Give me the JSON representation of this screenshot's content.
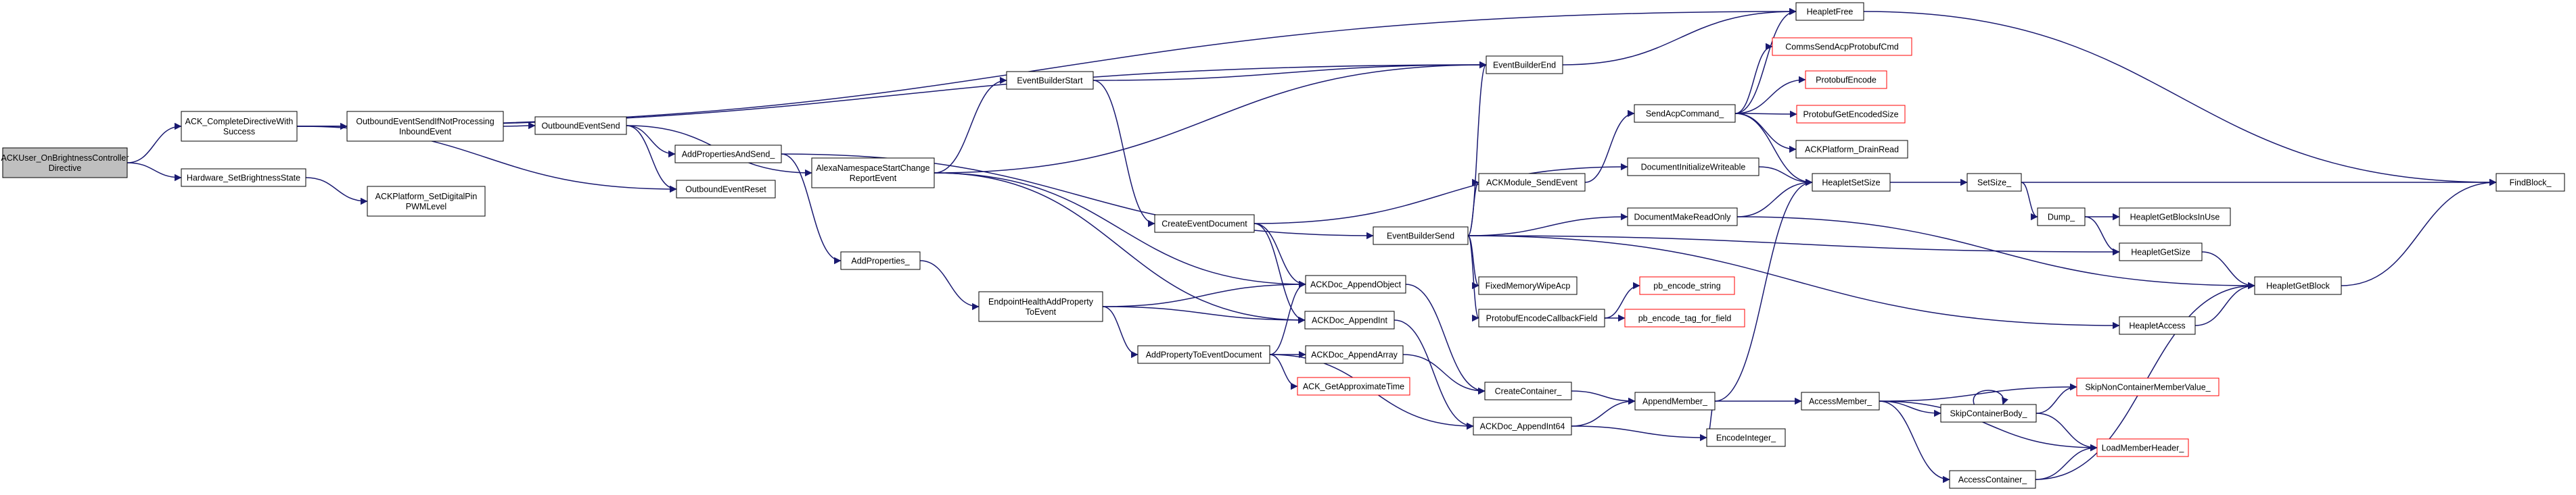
{
  "title": "",
  "colors": {
    "edge": "#191970",
    "node_border": "#000000",
    "truncated_border": "#ff0000",
    "root_fill": "#bfbfbf",
    "background": "#ffffff"
  },
  "nodes": [
    {
      "id": "root",
      "lines": [
        "ACKUser_OnBrightnessController",
        "Directive"
      ],
      "root": true
    },
    {
      "id": "complete",
      "lines": [
        "ACK_CompleteDirectiveWith",
        "Success"
      ]
    },
    {
      "id": "hwset",
      "lines": [
        "Hardware_SetBrightnessState"
      ]
    },
    {
      "id": "platpin",
      "lines": [
        "ACKPlatform_SetDigitalPin",
        "PWMLevel"
      ]
    },
    {
      "id": "outifnot",
      "lines": [
        "OutboundEventSendIfNotProcessing",
        "InboundEvent"
      ]
    },
    {
      "id": "outsend",
      "lines": [
        "OutboundEventSend"
      ]
    },
    {
      "id": "outreset",
      "lines": [
        "OutboundEventReset"
      ]
    },
    {
      "id": "addpropsend",
      "lines": [
        "AddPropertiesAndSend_"
      ]
    },
    {
      "id": "addprops",
      "lines": [
        "AddProperties_"
      ]
    },
    {
      "id": "endpoint",
      "lines": [
        "EndpointHealthAddProperty",
        "ToEvent"
      ]
    },
    {
      "id": "addproptoevt",
      "lines": [
        "AddPropertyToEventDocument"
      ]
    },
    {
      "id": "alexa",
      "lines": [
        "AlexaNamespaceStartChange",
        "ReportEvent"
      ]
    },
    {
      "id": "ebstart",
      "lines": [
        "EventBuilderStart"
      ]
    },
    {
      "id": "createevt",
      "lines": [
        "CreateEventDocument"
      ]
    },
    {
      "id": "ebend",
      "lines": [
        "EventBuilderEnd"
      ]
    },
    {
      "id": "ebsend",
      "lines": [
        "EventBuilderSend"
      ]
    },
    {
      "id": "ackmodule",
      "lines": [
        "ACKModule_SendEvent"
      ]
    },
    {
      "id": "fixedmem",
      "lines": [
        "FixedMemoryWipeAcp"
      ]
    },
    {
      "id": "protocb",
      "lines": [
        "ProtobufEncodeCallbackField"
      ]
    },
    {
      "id": "appendobj",
      "lines": [
        "ACKDoc_AppendObject"
      ]
    },
    {
      "id": "appendint",
      "lines": [
        "ACKDoc_AppendInt"
      ]
    },
    {
      "id": "appendarr",
      "lines": [
        "ACKDoc_AppendArray"
      ]
    },
    {
      "id": "approxtime",
      "lines": [
        "ACK_GetApproximateTime"
      ],
      "truncated": true
    },
    {
      "id": "appendint64",
      "lines": [
        "ACKDoc_AppendInt64"
      ]
    },
    {
      "id": "createcont",
      "lines": [
        "CreateContainer_"
      ]
    },
    {
      "id": "appendmember",
      "lines": [
        "AppendMember_"
      ]
    },
    {
      "id": "encodeint",
      "lines": [
        "EncodeInteger_"
      ]
    },
    {
      "id": "accessmember",
      "lines": [
        "AccessMember_"
      ]
    },
    {
      "id": "skipbody",
      "lines": [
        "SkipContainerBody_"
      ]
    },
    {
      "id": "skipnon",
      "lines": [
        "SkipNonContainerMemberValue_"
      ],
      "truncated": true
    },
    {
      "id": "loadheader",
      "lines": [
        "LoadMemberHeader_"
      ],
      "truncated": true
    },
    {
      "id": "accesscont",
      "lines": [
        "AccessContainer_"
      ]
    },
    {
      "id": "docinit",
      "lines": [
        "DocumentInitializeWriteable"
      ]
    },
    {
      "id": "docro",
      "lines": [
        "DocumentMakeReadOnly"
      ]
    },
    {
      "id": "pbstring",
      "lines": [
        "pb_encode_string"
      ],
      "truncated": true
    },
    {
      "id": "pbtag",
      "lines": [
        "pb_encode_tag_for_field"
      ],
      "truncated": true
    },
    {
      "id": "sendacp",
      "lines": [
        "SendAcpCommand_"
      ]
    },
    {
      "id": "heapfree",
      "lines": [
        "HeapletFree"
      ]
    },
    {
      "id": "comms",
      "lines": [
        "CommsSendAcpProtobufCmd"
      ],
      "truncated": true
    },
    {
      "id": "pbencode",
      "lines": [
        "ProtobufEncode"
      ],
      "truncated": true
    },
    {
      "id": "pbgetsize",
      "lines": [
        "ProtobufGetEncodedSize"
      ],
      "truncated": true
    },
    {
      "id": "drainread",
      "lines": [
        "ACKPlatform_DrainRead"
      ]
    },
    {
      "id": "heapsetsize",
      "lines": [
        "HeapletSetSize"
      ]
    },
    {
      "id": "setsize",
      "lines": [
        "SetSize_"
      ]
    },
    {
      "id": "dump",
      "lines": [
        "Dump_"
      ]
    },
    {
      "id": "blocksinuse",
      "lines": [
        "HeapletGetBlocksInUse"
      ]
    },
    {
      "id": "heapgetsize",
      "lines": [
        "HeapletGetSize"
      ]
    },
    {
      "id": "heapgetblock",
      "lines": [
        "HeapletGetBlock"
      ]
    },
    {
      "id": "heapaccess",
      "lines": [
        "HeapletAccess"
      ]
    },
    {
      "id": "findblock",
      "lines": [
        "FindBlock_"
      ]
    }
  ],
  "edges": [
    [
      "root",
      "complete"
    ],
    [
      "root",
      "hwset"
    ],
    [
      "complete",
      "ebend"
    ],
    [
      "complete",
      "heapfree"
    ],
    [
      "complete",
      "outifnot"
    ],
    [
      "complete",
      "outreset"
    ],
    [
      "hwset",
      "platpin"
    ],
    [
      "outifnot",
      "outsend"
    ],
    [
      "outsend",
      "alexa"
    ],
    [
      "outsend",
      "addpropsend"
    ],
    [
      "outsend",
      "outreset"
    ],
    [
      "addpropsend",
      "addprops"
    ],
    [
      "addpropsend",
      "ebsend"
    ],
    [
      "addprops",
      "endpoint"
    ],
    [
      "endpoint",
      "appendobj"
    ],
    [
      "endpoint",
      "appendint"
    ],
    [
      "endpoint",
      "addproptoevt"
    ],
    [
      "addproptoevt",
      "appendobj"
    ],
    [
      "addproptoevt",
      "appendarr"
    ],
    [
      "addproptoevt",
      "approxtime"
    ],
    [
      "addproptoevt",
      "appendint64"
    ],
    [
      "alexa",
      "ebstart"
    ],
    [
      "alexa",
      "ebend"
    ],
    [
      "alexa",
      "appendobj"
    ],
    [
      "alexa",
      "appendint"
    ],
    [
      "ebstart",
      "createevt"
    ],
    [
      "ebstart",
      "ebend"
    ],
    [
      "createevt",
      "docinit"
    ],
    [
      "createevt",
      "appendobj"
    ],
    [
      "createevt",
      "appendint"
    ],
    [
      "ebend",
      "heapfree"
    ],
    [
      "ebsend",
      "ebend"
    ],
    [
      "ebsend",
      "ackmodule"
    ],
    [
      "ebsend",
      "docro"
    ],
    [
      "ebsend",
      "fixedmem"
    ],
    [
      "ebsend",
      "protocb"
    ],
    [
      "ebsend",
      "heapaccess"
    ],
    [
      "ebsend",
      "heapgetsize"
    ],
    [
      "ackmodule",
      "sendacp"
    ],
    [
      "protocb",
      "pbstring"
    ],
    [
      "protocb",
      "pbtag"
    ],
    [
      "appendobj",
      "createcont"
    ],
    [
      "appendint",
      "appendint64"
    ],
    [
      "appendarr",
      "createcont"
    ],
    [
      "appendint64",
      "appendmember"
    ],
    [
      "appendint64",
      "encodeint"
    ],
    [
      "createcont",
      "appendmember"
    ],
    [
      "appendmember",
      "heapsetsize"
    ],
    [
      "appendmember",
      "accessmember"
    ],
    [
      "appendmember",
      "encodeint"
    ],
    [
      "accessmember",
      "skipnon"
    ],
    [
      "accessmember",
      "skipbody"
    ],
    [
      "accessmember",
      "loadheader"
    ],
    [
      "accessmember",
      "accesscont"
    ],
    [
      "skipbody",
      "skipbody"
    ],
    [
      "skipbody",
      "skipnon"
    ],
    [
      "skipbody",
      "loadheader"
    ],
    [
      "accesscont",
      "loadheader"
    ],
    [
      "accesscont",
      "heapgetblock"
    ],
    [
      "docinit",
      "heapsetsize"
    ],
    [
      "docro",
      "heapsetsize"
    ],
    [
      "docro",
      "heapgetblock"
    ],
    [
      "sendacp",
      "heapfree"
    ],
    [
      "sendacp",
      "comms"
    ],
    [
      "sendacp",
      "pbencode"
    ],
    [
      "sendacp",
      "pbgetsize"
    ],
    [
      "sendacp",
      "drainread"
    ],
    [
      "sendacp",
      "heapsetsize"
    ],
    [
      "heapfree",
      "findblock"
    ],
    [
      "heapsetsize",
      "setsize"
    ],
    [
      "setsize",
      "findblock"
    ],
    [
      "setsize",
      "dump"
    ],
    [
      "dump",
      "blocksinuse"
    ],
    [
      "dump",
      "heapgetsize"
    ],
    [
      "heapgetsize",
      "heapgetblock"
    ],
    [
      "heapgetblock",
      "findblock"
    ],
    [
      "heapaccess",
      "heapgetblock"
    ]
  ]
}
